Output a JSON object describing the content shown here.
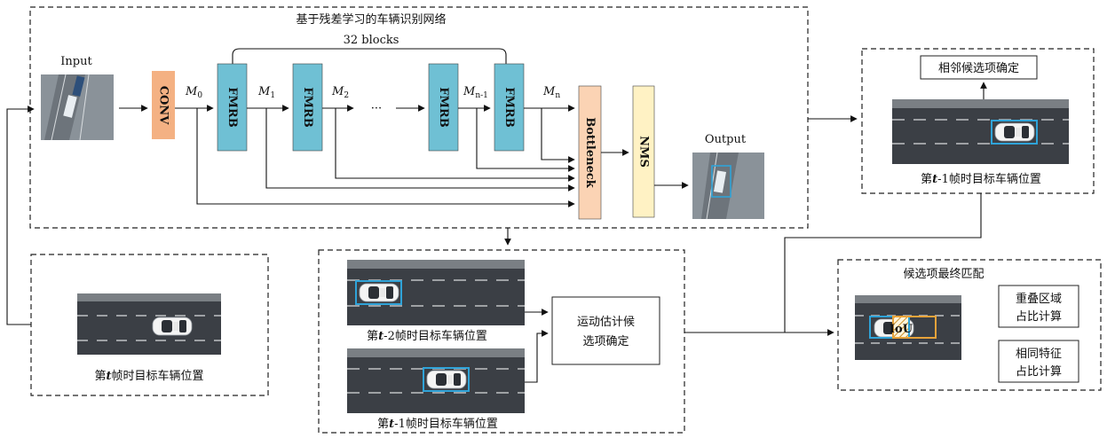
{
  "top_panel": {
    "title": "基于残差学习的车辆识别网络",
    "blocks_label": "32 blocks",
    "input_label": "Input",
    "output_label": "Output",
    "conv_label": "CONV",
    "fmrb_label": "FMRB",
    "bottleneck_label": "Bottleneck",
    "nms_label": "NMS",
    "ellipsis": "···",
    "m_labels": {
      "m0_base": "M",
      "m0_sub": "0",
      "m1_base": "M",
      "m1_sub": "1",
      "m2_base": "M",
      "m2_sub": "2",
      "mn1_base": "M",
      "mn1_sub": "n-1",
      "mn_base": "M",
      "mn_sub": "n"
    }
  },
  "right_top_panel": {
    "neighbor_box": "相邻候选项确定",
    "caption_pre": "第",
    "caption_var": "t",
    "caption_post": "-1帧时目标车辆位置"
  },
  "left_bottom_panel": {
    "caption_pre": "第",
    "caption_var": "t",
    "caption_post": "帧时目标车辆位置"
  },
  "middle_bottom_panel": {
    "caption1_pre": "第",
    "caption1_var": "t",
    "caption1_post": "-2帧时目标车辆位置",
    "caption2_pre": "第",
    "caption2_var": "t",
    "caption2_post": "-1帧时目标车辆位置",
    "motion_line1": "运动估计候",
    "motion_line2": "选项确定"
  },
  "right_bottom_panel": {
    "title": "候选项最终匹配",
    "iou_label": "IoU",
    "overlap_line1": "重叠区域",
    "overlap_line2": "占比计算",
    "feature_line1": "相同特征",
    "feature_line2": "占比计算"
  },
  "colors": {
    "conv": "#f4b183",
    "fmrb": "#6fc0d4",
    "bottleneck": "#fbd3b4",
    "nms": "#fff2c4",
    "detection_box": "#2fa3d8",
    "iou_box": "#e8a33a",
    "road": "#3b3f45",
    "road_top": "#7a7f84"
  }
}
